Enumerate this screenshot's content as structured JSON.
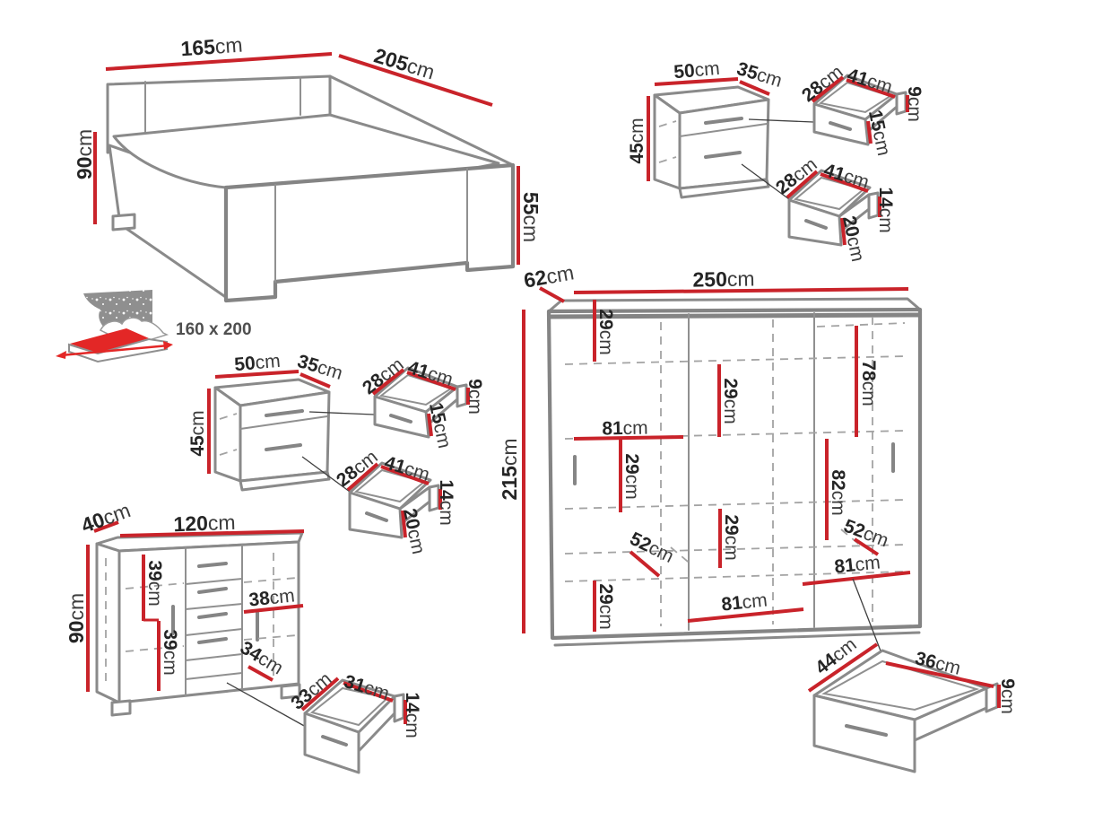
{
  "colors": {
    "dimension_red": "#c9232a",
    "outline_gray": "#8a8a8a",
    "label_dark": "#252525",
    "icon_red": "#e32726",
    "icon_gray": "#8f8f8f"
  },
  "bed": {
    "width": "165cm",
    "length": "205cm",
    "headboard_height": "90cm",
    "side_height": "55cm",
    "mattress_size": "160 x 200"
  },
  "nightstand_top_right": {
    "width": "50cm",
    "depth": "35cm",
    "height": "45cm",
    "top_drawer": {
      "depth": "28cm",
      "width": "41cm",
      "back_height": "9cm",
      "front_height": "15cm"
    },
    "bottom_drawer": {
      "depth": "28cm",
      "width": "41cm",
      "back_height": "14cm",
      "front_height": "20cm"
    }
  },
  "nightstand_middle_left": {
    "width": "50cm",
    "depth": "35cm",
    "height": "45cm",
    "top_drawer": {
      "depth": "28cm",
      "width": "41cm",
      "back_height": "9cm",
      "front_height": "15cm"
    },
    "bottom_drawer": {
      "depth": "28cm",
      "width": "41cm",
      "back_height": "14cm",
      "front_height": "20cm"
    }
  },
  "dresser": {
    "depth": "40cm",
    "width": "120cm",
    "height": "90cm",
    "upper_section": "39cm",
    "lower_section": "39cm",
    "shelf_width": "38cm",
    "shelf_depth": "34cm",
    "drawer": {
      "depth": "33cm",
      "width": "31cm",
      "height": "14cm"
    }
  },
  "wardrobe": {
    "depth": "62cm",
    "width": "250cm",
    "height": "215cm",
    "internal": {
      "top_left_shelf": "29cm",
      "upper_middle_shelf": "29cm",
      "right_upper_section": "78cm",
      "left_section_width": "81cm",
      "left_middle_shelf": "29cm",
      "right_middle_section": "82cm",
      "right_shelf_depth": "52cm",
      "right_section_width": "81cm",
      "left_shelf_depth": "52cm",
      "lower_middle_shelf": "29cm",
      "bottom_left_shelf": "29cm",
      "bottom_section_width": "81cm"
    },
    "drawer": {
      "depth": "44cm",
      "width": "36cm",
      "height": "9cm"
    }
  }
}
